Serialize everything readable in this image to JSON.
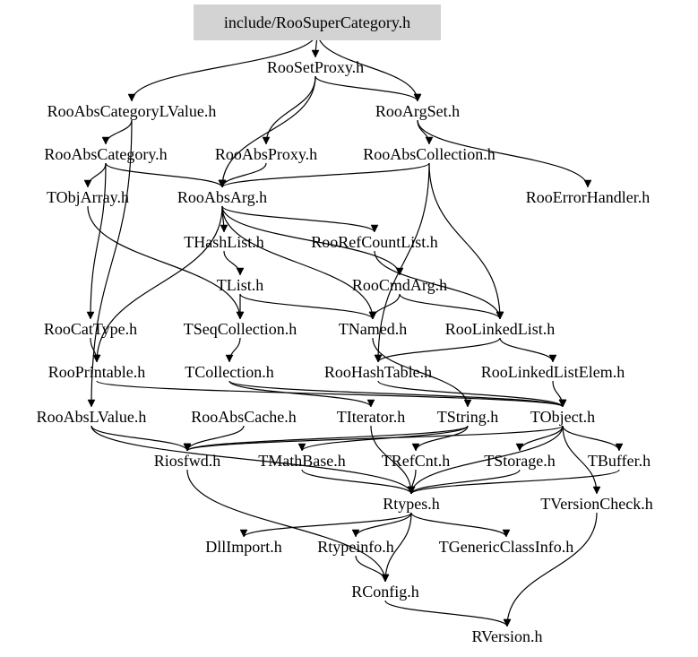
{
  "diagram": {
    "root": "include/RooSuperCategory.h",
    "nodes": [
      {
        "id": "root",
        "label": "include/RooSuperCategory.h"
      },
      {
        "id": "rsp",
        "label": "RooSetProxy.h"
      },
      {
        "id": "racl",
        "label": "RooAbsCategoryLValue.h"
      },
      {
        "id": "ras",
        "label": "RooArgSet.h"
      },
      {
        "id": "rac",
        "label": "RooAbsCategory.h"
      },
      {
        "id": "rap",
        "label": "RooAbsProxy.h"
      },
      {
        "id": "racoll",
        "label": "RooAbsCollection.h"
      },
      {
        "id": "toa",
        "label": "TObjArray.h"
      },
      {
        "id": "raa",
        "label": "RooAbsArg.h"
      },
      {
        "id": "reh",
        "label": "RooErrorHandler.h"
      },
      {
        "id": "thl",
        "label": "THashList.h"
      },
      {
        "id": "rrcl",
        "label": "RooRefCountList.h"
      },
      {
        "id": "tlist",
        "label": "TList.h"
      },
      {
        "id": "rca",
        "label": "RooCmdArg.h"
      },
      {
        "id": "rct",
        "label": "RooCatType.h"
      },
      {
        "id": "tseq",
        "label": "TSeqCollection.h"
      },
      {
        "id": "tnamed",
        "label": "TNamed.h"
      },
      {
        "id": "rll",
        "label": "RooLinkedList.h"
      },
      {
        "id": "rprint",
        "label": "RooPrintable.h"
      },
      {
        "id": "tcoll",
        "label": "TCollection.h"
      },
      {
        "id": "rht",
        "label": "RooHashTable.h"
      },
      {
        "id": "rlle",
        "label": "RooLinkedListElem.h"
      },
      {
        "id": "ralv",
        "label": "RooAbsLValue.h"
      },
      {
        "id": "racache",
        "label": "RooAbsCache.h"
      },
      {
        "id": "titer",
        "label": "TIterator.h"
      },
      {
        "id": "tstring",
        "label": "TString.h"
      },
      {
        "id": "tobject",
        "label": "TObject.h"
      },
      {
        "id": "riosfwd",
        "label": "Riosfwd.h"
      },
      {
        "id": "tmath",
        "label": "TMathBase.h"
      },
      {
        "id": "trefcnt",
        "label": "TRefCnt.h"
      },
      {
        "id": "tstorage",
        "label": "TStorage.h"
      },
      {
        "id": "tbuffer",
        "label": "TBuffer.h"
      },
      {
        "id": "rtypes",
        "label": "Rtypes.h"
      },
      {
        "id": "tvc",
        "label": "TVersionCheck.h"
      },
      {
        "id": "dll",
        "label": "DllImport.h"
      },
      {
        "id": "rtinfo",
        "label": "Rtypeinfo.h"
      },
      {
        "id": "tgci",
        "label": "TGenericClassInfo.h"
      },
      {
        "id": "rconfig",
        "label": "RConfig.h"
      },
      {
        "id": "rversion",
        "label": "RVersion.h"
      }
    ],
    "edges": [
      [
        "root",
        "rsp"
      ],
      [
        "root",
        "ras"
      ],
      [
        "root",
        "racl"
      ],
      [
        "rsp",
        "ras"
      ],
      [
        "rsp",
        "rap"
      ],
      [
        "rsp",
        "raa"
      ],
      [
        "racl",
        "rac"
      ],
      [
        "racl",
        "ralv"
      ],
      [
        "ras",
        "racoll"
      ],
      [
        "ras",
        "reh"
      ],
      [
        "rac",
        "raa"
      ],
      [
        "rac",
        "rct"
      ],
      [
        "rac",
        "toa"
      ],
      [
        "rap",
        "raa"
      ],
      [
        "racoll",
        "raa"
      ],
      [
        "racoll",
        "rll"
      ],
      [
        "racoll",
        "rht"
      ],
      [
        "toa",
        "tseq"
      ],
      [
        "raa",
        "thl"
      ],
      [
        "raa",
        "rrcl"
      ],
      [
        "raa",
        "tnamed"
      ],
      [
        "raa",
        "rprint"
      ],
      [
        "raa",
        "rca"
      ],
      [
        "thl",
        "tlist"
      ],
      [
        "rrcl",
        "rll"
      ],
      [
        "tlist",
        "tseq"
      ],
      [
        "tlist",
        "tnamed"
      ],
      [
        "rca",
        "rll"
      ],
      [
        "rca",
        "tnamed"
      ],
      [
        "rct",
        "rprint"
      ],
      [
        "tseq",
        "tcoll"
      ],
      [
        "tnamed",
        "tstring"
      ],
      [
        "rll",
        "rlle"
      ],
      [
        "rll",
        "rht"
      ],
      [
        "rprint",
        "tobject"
      ],
      [
        "tcoll",
        "tobject"
      ],
      [
        "tcoll",
        "titer"
      ],
      [
        "rht",
        "tobject"
      ],
      [
        "rlle",
        "tobject"
      ],
      [
        "ralv",
        "riosfwd"
      ],
      [
        "ralv",
        "rtypes"
      ],
      [
        "racache",
        "riosfwd"
      ],
      [
        "titer",
        "rtypes"
      ],
      [
        "tstring",
        "trefcnt"
      ],
      [
        "tstring",
        "riosfwd"
      ],
      [
        "tstring",
        "tmath"
      ],
      [
        "tobject",
        "riosfwd"
      ],
      [
        "tobject",
        "tstorage"
      ],
      [
        "tobject",
        "tbuffer"
      ],
      [
        "tobject",
        "tvc"
      ],
      [
        "tobject",
        "rtypes"
      ],
      [
        "riosfwd",
        "rconfig"
      ],
      [
        "tmath",
        "rtypes"
      ],
      [
        "trefcnt",
        "rtypes"
      ],
      [
        "tstorage",
        "rtypes"
      ],
      [
        "tbuffer",
        "rtypes"
      ],
      [
        "tvc",
        "rversion"
      ],
      [
        "rtypes",
        "dll"
      ],
      [
        "rtypes",
        "rtinfo"
      ],
      [
        "rtypes",
        "tgci"
      ],
      [
        "rtypes",
        "rconfig"
      ],
      [
        "rtinfo",
        "rconfig"
      ],
      [
        "rconfig",
        "rversion"
      ]
    ]
  }
}
